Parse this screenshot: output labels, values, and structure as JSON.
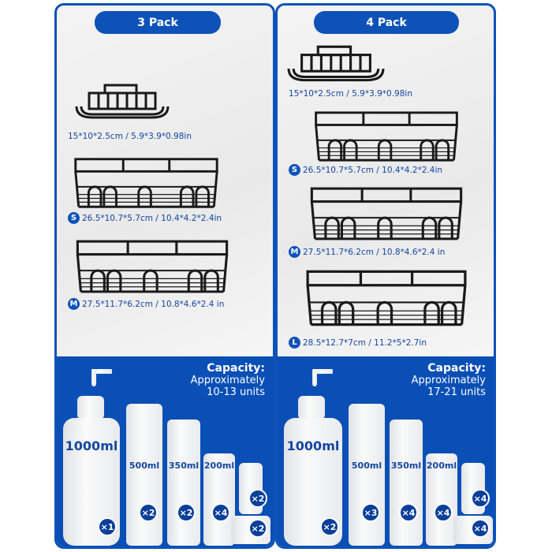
{
  "packs": [
    {
      "title": "3 Pack",
      "racks": [
        {
          "size": "",
          "dims": "15*10*2.5cm / 5.9*3.9*0.98in"
        },
        {
          "size": "S",
          "dims": "26.5*10.7*5.7cm / 10.4*4.2*2.4in"
        },
        {
          "size": "M",
          "dims": "27.5*11.7*6.2cm / 10.8*4.6*2.4 in"
        }
      ],
      "capacity": {
        "heading": "Capacity:",
        "line1": "Approximately",
        "line2": "10-13 units"
      },
      "bottles": [
        {
          "volume": "1000ml",
          "count": "×1"
        },
        {
          "volume": "500ml",
          "count": "×2"
        },
        {
          "volume": "350ml",
          "count": "×2"
        },
        {
          "volume": "200ml",
          "count": "×4"
        },
        {
          "volume": "",
          "count": "×2"
        },
        {
          "volume": "",
          "count": "×2"
        }
      ]
    },
    {
      "title": "4 Pack",
      "racks": [
        {
          "size": "",
          "dims": "15*10*2.5cm / 5.9*3.9*0.98in"
        },
        {
          "size": "S",
          "dims": "26.5*10.7*5.7cm / 10.4*4.2*2.4in"
        },
        {
          "size": "M",
          "dims": "27.5*11.7*6.2cm / 10.8*4.6*2.4 in"
        },
        {
          "size": "L",
          "dims": "28.5*12.7*7cm / 11.2*5*2.7in"
        }
      ],
      "capacity": {
        "heading": "Capacity:",
        "line1": "Approximately",
        "line2": "17-21 units"
      },
      "bottles": [
        {
          "volume": "1000ml",
          "count": "×2"
        },
        {
          "volume": "500ml",
          "count": "×3"
        },
        {
          "volume": "350ml",
          "count": "×4"
        },
        {
          "volume": "200ml",
          "count": "×4"
        },
        {
          "volume": "",
          "count": "×4"
        },
        {
          "volume": "",
          "count": "×4"
        }
      ]
    }
  ],
  "colors": {
    "brand": "#0d52b8"
  }
}
